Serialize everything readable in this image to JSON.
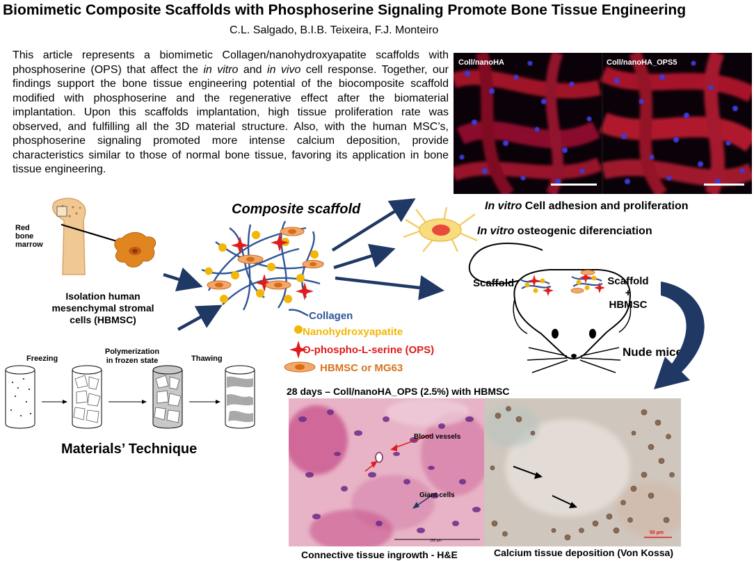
{
  "title": "Biomimetic Composite Scaffolds with Phosphoserine Signaling Promote Bone Tissue Engineering",
  "authors": "C.L. Salgado, B.I.B. Teixeira, F.J. Monteiro",
  "abstract": {
    "p1": "This article represents a biomimetic Collagen/nanohydroxyapatite scaffolds with phosphoserine (OPS) that affect the ",
    "p1_italic": "in vitro",
    "p2": " and ",
    "p2_italic": "in vivo",
    "p3": " cell response. Together, our findings support the bone tissue engineering potential of the biocomposite scaffold modified with phosphoserine and the regenerative effect after the biomaterial implantation. Upon this scaffolds implantation, high tissue proliferation rate was observed, and fulfilling all the 3D material structure. Also, with the human MSC’s, phosphoserine signaling promoted more intense calcium deposition, provide characteristics similar to those of normal bone tissue, favoring its application in bone tissue engineering."
  },
  "micro": {
    "left_label": "Coll/nanoHA",
    "right_label": "Coll/nanoHA_OPS5",
    "caption_italic": "In vitro",
    "caption_rest": " Cell adhesion and proliferation"
  },
  "bone": {
    "label": "Red bone marrow",
    "label_l1": "Red",
    "label_l2": "bone",
    "label_l3": "marrow"
  },
  "isolation": {
    "l1": "Isolation human",
    "l2": "mesenchymal stromal",
    "l3": "cells (HBMSC)"
  },
  "composite": {
    "title": "Composite scaffold"
  },
  "osteo": {
    "caption_italic": "In vitro",
    "caption_rest": " osteogenic diferenciation"
  },
  "legend": {
    "collagen": "Collagen",
    "nanoha": "Nanohydroxyapatite",
    "ops": "O-phospho-L-serine (OPS)",
    "hbmsc": "HBMSC or MG63"
  },
  "mouse": {
    "scaffold_left": "Scaffold",
    "scaffold_right_l1": "Scaffold",
    "scaffold_right_l2": "+",
    "scaffold_right_l3": "HBMSC",
    "nude": "Nude mice"
  },
  "technique": {
    "freezing": "Freezing",
    "poly_l1": "Polymerization",
    "poly_l2": "in frozen state",
    "thawing": "Thawing",
    "title": "Materials’ Technique"
  },
  "histo": {
    "header": "28 days – Coll/nanoHA_OPS (2.5%) with HBMSC",
    "blood": "Blood vessels",
    "giant": "Giant cells",
    "scale_left": "100 µm",
    "scale_right": "50 µm",
    "caption_left": "Connective tissue ingrowth - H&E",
    "caption_right": "Calcium tissue deposition (Von Kossa)"
  },
  "colors": {
    "navy": "#1f3864",
    "collagen": "#2e5597",
    "nanoha": "#f2b705",
    "ops": "#e01b1b",
    "hbmsc": "#e07b1a",
    "legend_hbmsc": "#d8731c"
  }
}
